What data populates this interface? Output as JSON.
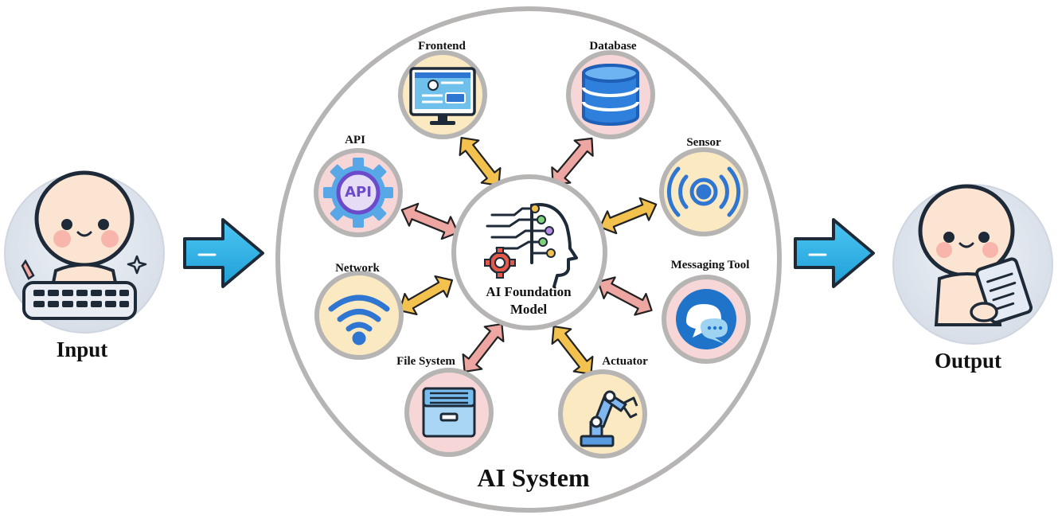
{
  "input_label": "Input",
  "output_label": "Output",
  "system_label": "AI System",
  "center": {
    "line1": "AI Foundation",
    "line2": "Model"
  },
  "components": {
    "frontend": "Frontend",
    "database": "Database",
    "api": "API",
    "api_icon_text": "API",
    "sensor": "Sensor",
    "network": "Network",
    "messaging": "Messaging Tool",
    "file_system": "File System",
    "actuator": "Actuator"
  },
  "colors": {
    "ring": "#b7b4b4",
    "node_yellow": "#fbe9c2",
    "node_pink": "#f6d6d6",
    "arrow_blue": "#2ab3e6",
    "link_yellow": "#f3c24e",
    "link_pink": "#eda6a1",
    "icon_blue": "#2f76d2"
  }
}
